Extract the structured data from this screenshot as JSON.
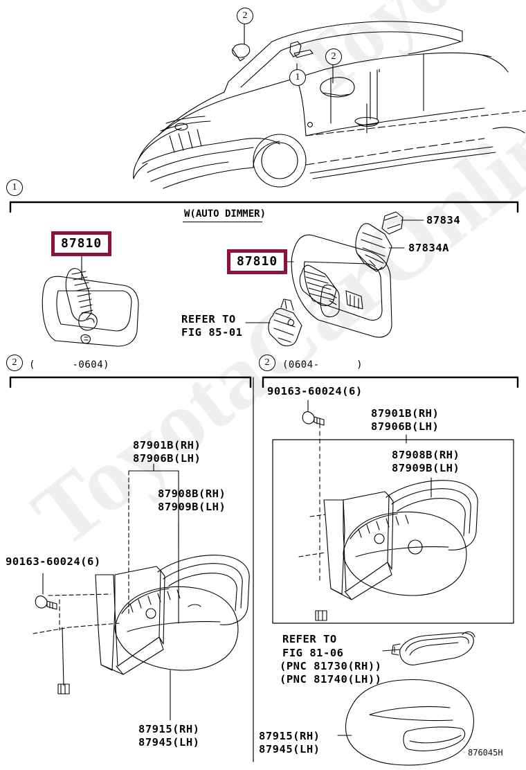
{
  "figure": {
    "id_code": "876045H",
    "watermark_text": "ToyotaCarOnline.ru",
    "accent_color": "#8c1239"
  },
  "car_callouts": [
    {
      "name": "callout-2-roof",
      "label": "2"
    },
    {
      "name": "callout-2-door",
      "label": "2"
    },
    {
      "name": "callout-1-mirror",
      "label": "1"
    }
  ],
  "sections": [
    {
      "marker": "1",
      "header": "",
      "subtitle": "W(AUTO DIMMER)",
      "parts": [
        {
          "name": "inner-mirror-left",
          "label": "87810",
          "boxed": true
        },
        {
          "name": "inner-mirror-right",
          "label": "87810",
          "boxed": true
        },
        {
          "name": "cover-upper",
          "label": "87834",
          "boxed": false
        },
        {
          "name": "cover-lower",
          "label": "87834A",
          "boxed": false
        },
        {
          "name": "refer-bracket",
          "label": "REFER TO\nFIG 85-01",
          "boxed": false
        }
      ]
    },
    {
      "marker": "2",
      "header": "(      -0604)",
      "parts": [
        {
          "name": "screw",
          "label": "90163-60024(6)"
        },
        {
          "name": "mirror-glass",
          "label": "87901B(RH)\n87906B(LH)"
        },
        {
          "name": "mirror-housing",
          "label": "87908B(RH)\n87909B(LH)"
        },
        {
          "name": "mirror-assembly",
          "label": "87915(RH)\n87945(LH)"
        }
      ]
    },
    {
      "marker": "2",
      "header": "(0604-      )",
      "parts": [
        {
          "name": "screw",
          "label": "90163-60024(6)"
        },
        {
          "name": "mirror-glass",
          "label": "87901B(RH)\n87906B(LH)"
        },
        {
          "name": "mirror-housing",
          "label": "87908B(RH)\n87909B(LH)"
        },
        {
          "name": "refer-door",
          "label": "REFER TO\nFIG 81-06\n(PNC 81730(RH))\n(PNC 81740(LH))"
        },
        {
          "name": "mirror-cover",
          "label": "87915(RH)\n87945(LH)"
        }
      ]
    }
  ],
  "labels": {
    "auto_dimmer": "W(AUTO DIMMER)",
    "p87810_left": "87810",
    "p87810_right": "87810",
    "p87834": "87834",
    "p87834a": "87834A",
    "refer_85_01_l1": "REFER TO",
    "refer_85_01_l2": "FIG 85-01",
    "sec2l_header": "(      -0604)",
    "sec2r_header": "(0604-      )",
    "screw_left": "90163-60024(6)",
    "screw_right": "90163-60024(6)",
    "glass_left": "87901B(RH)\n87906B(LH)",
    "glass_right": "87901B(RH)\n87906B(LH)",
    "housing_left": "87908B(RH)\n87909B(LH)",
    "housing_right": "87908B(RH)\n87909B(LH)",
    "assy_left": "87915(RH)\n87945(LH)",
    "assy_right": "87915(RH)\n87945(LH)",
    "refer_81_06_l1": "REFER TO",
    "refer_81_06_l2": "FIG 81-06",
    "refer_81_06_l3": "(PNC 81730(RH))",
    "refer_81_06_l4": "(PNC 81740(LH))",
    "fig_code": "876045H",
    "bubble_1": "1",
    "bubble_2a": "2",
    "bubble_2b": "2",
    "bubble_sec1": "1",
    "bubble_sec2l": "2",
    "bubble_sec2r": "2"
  }
}
